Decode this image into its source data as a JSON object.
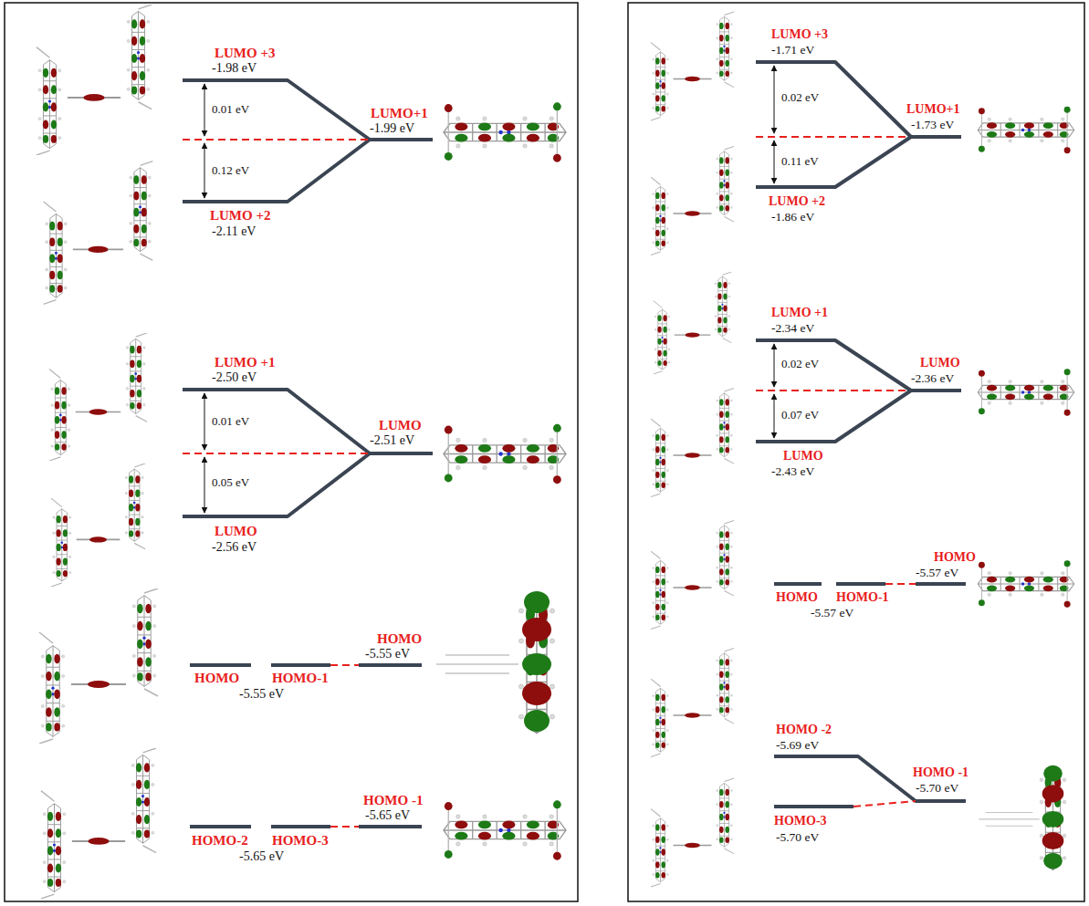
{
  "diagram": {
    "labels": [
      "LUMO +3",
      "-1.98 eV",
      "0.01 eV",
      "0.12 eV",
      "LUMO+1",
      "-1.99 eV",
      "LUMO +2",
      "-2.11 eV",
      "LUMO +1",
      "-2.50 eV",
      "0.01 eV",
      "0.05 eV",
      "LUMO",
      "-2.51 eV",
      "LUMO",
      "-2.56 eV",
      "HOMO",
      "HOMO-1",
      "-5.55 eV",
      "HOMO",
      "-5.55 eV",
      "HOMO-2",
      "HOMO-3",
      "-5.65 eV",
      "HOMO -1",
      "-5.65 eV",
      "LUMO +3",
      "-1.71 eV",
      "0.02 eV",
      "0.11 eV",
      "LUMO+1",
      "-1.73 eV",
      "LUMO +2",
      "-1.86 eV",
      "LUMO +1",
      "-2.34 eV",
      "0.02 eV",
      "0.07 eV",
      "LUMO",
      "-2.36 eV",
      "LUMO",
      "-2.43 eV",
      "HOMO",
      "HOMO-1",
      "-5.57 eV",
      "HOMO",
      "-5.57 eV",
      "HOMO -2",
      "-5.69 eV",
      "HOMO -1",
      "-5.70 eV",
      "HOMO-3",
      "-5.70 eV"
    ]
  }
}
